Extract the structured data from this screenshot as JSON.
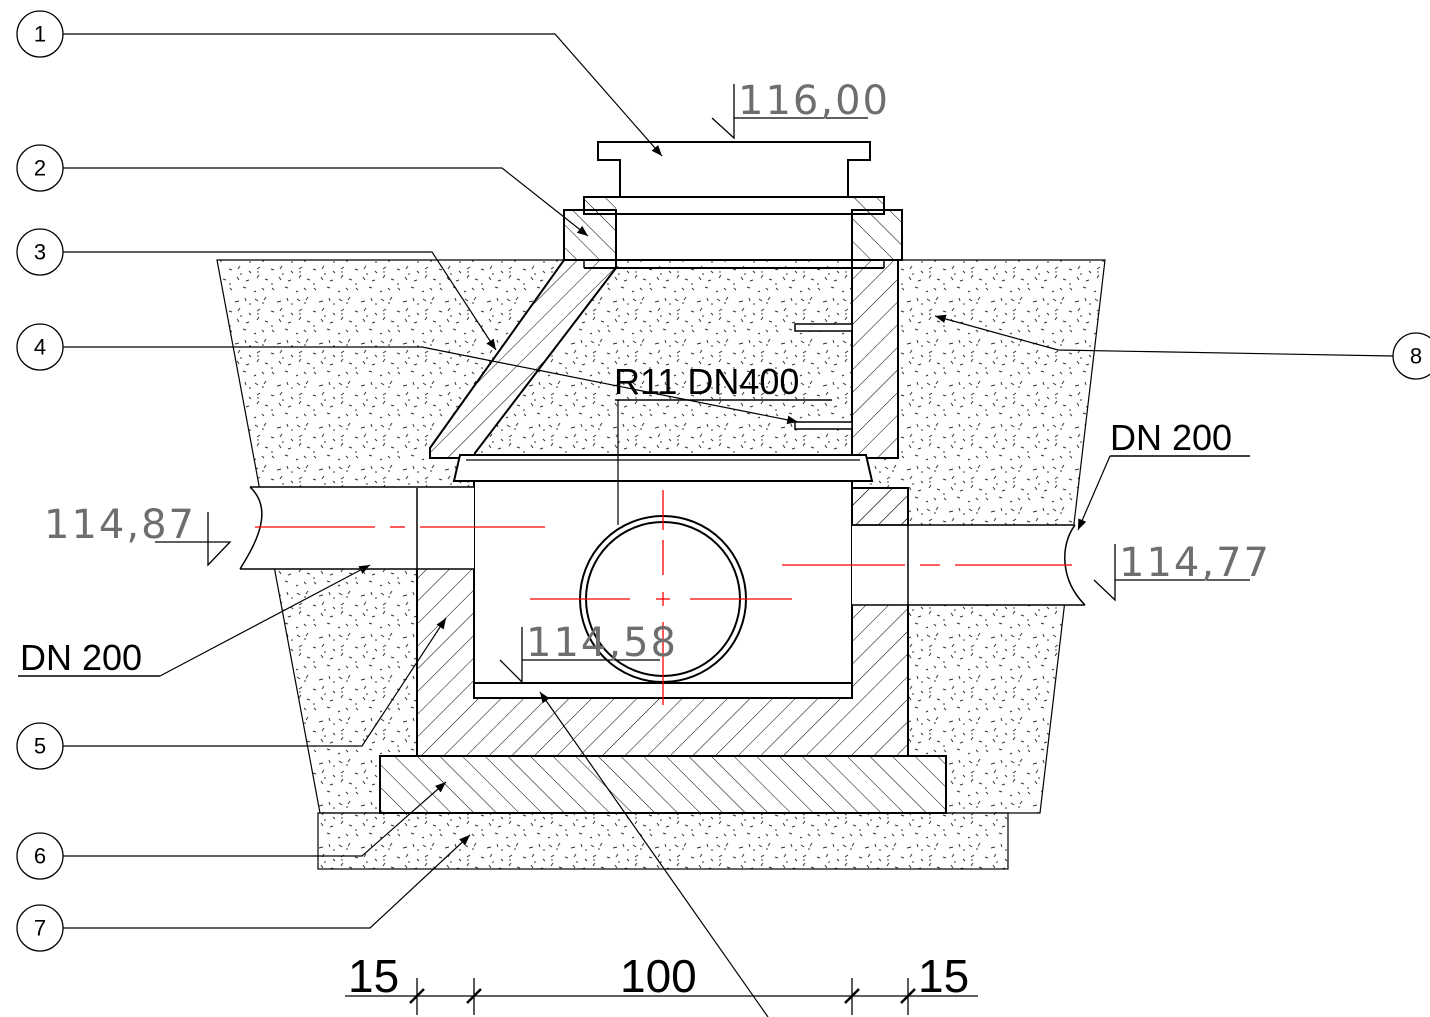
{
  "callouts": {
    "c1": "1",
    "c2": "2",
    "c3": "3",
    "c4": "4",
    "c5": "5",
    "c6": "6",
    "c7": "7",
    "c8": "8"
  },
  "labels": {
    "manhole": "R11 DN400",
    "pipe_in": "DN 200",
    "pipe_out": "DN 200"
  },
  "elevations": {
    "top": "116,00",
    "inlet": "114,87",
    "outlet": "114,77",
    "bottom": "114,58"
  },
  "dimensions": {
    "left": "15",
    "middle": "100",
    "right": "15"
  },
  "colors": {
    "line": "#000000",
    "centerline": "#ff0000",
    "elevation_text": "#6e6e6e"
  }
}
